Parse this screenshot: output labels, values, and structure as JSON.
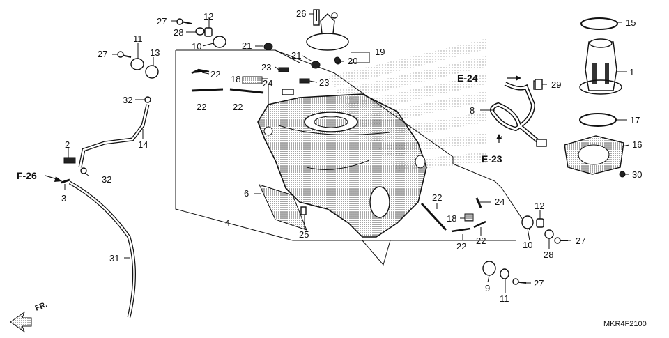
{
  "diagram": {
    "code": "MKR4F2100",
    "direction_label": "FR.",
    "callouts": [
      {
        "id": "c27a",
        "text": "27"
      },
      {
        "id": "c12a",
        "text": "12"
      },
      {
        "id": "c28a",
        "text": "28"
      },
      {
        "id": "c10a",
        "text": "10"
      },
      {
        "id": "c11a",
        "text": "11"
      },
      {
        "id": "c27b",
        "text": "27"
      },
      {
        "id": "c13",
        "text": "13"
      },
      {
        "id": "c32a",
        "text": "32"
      },
      {
        "id": "c14",
        "text": "14"
      },
      {
        "id": "c2",
        "text": "2"
      },
      {
        "id": "c32b",
        "text": "32"
      },
      {
        "id": "c3",
        "text": "3"
      },
      {
        "id": "c31",
        "text": "31"
      },
      {
        "id": "c26",
        "text": "26"
      },
      {
        "id": "c21a",
        "text": "21"
      },
      {
        "id": "c21b",
        "text": "21"
      },
      {
        "id": "c20",
        "text": "20"
      },
      {
        "id": "c19",
        "text": "19"
      },
      {
        "id": "c22a",
        "text": "22"
      },
      {
        "id": "c22b",
        "text": "22"
      },
      {
        "id": "c22c",
        "text": "22"
      },
      {
        "id": "c23a",
        "text": "23"
      },
      {
        "id": "c18a",
        "text": "18"
      },
      {
        "id": "c24a",
        "text": "24"
      },
      {
        "id": "c23b",
        "text": "23"
      },
      {
        "id": "c6",
        "text": "6"
      },
      {
        "id": "c4",
        "text": "4"
      },
      {
        "id": "c25",
        "text": "25"
      },
      {
        "id": "c15",
        "text": "15"
      },
      {
        "id": "c1",
        "text": "1"
      },
      {
        "id": "c29",
        "text": "29"
      },
      {
        "id": "c8",
        "text": "8"
      },
      {
        "id": "c17",
        "text": "17"
      },
      {
        "id": "c16",
        "text": "16"
      },
      {
        "id": "c30",
        "text": "30"
      },
      {
        "id": "c22d",
        "text": "22"
      },
      {
        "id": "c24b",
        "text": "24"
      },
      {
        "id": "c18b",
        "text": "18"
      },
      {
        "id": "c22e",
        "text": "22"
      },
      {
        "id": "c22f",
        "text": "22"
      },
      {
        "id": "c12b",
        "text": "12"
      },
      {
        "id": "c10b",
        "text": "10"
      },
      {
        "id": "c27c",
        "text": "27"
      },
      {
        "id": "c28b",
        "text": "28"
      },
      {
        "id": "c9",
        "text": "9"
      },
      {
        "id": "c11b",
        "text": "11"
      },
      {
        "id": "c27d",
        "text": "27"
      }
    ],
    "references": [
      {
        "id": "rE24",
        "text": "E-24"
      },
      {
        "id": "rE23",
        "text": "E-23"
      },
      {
        "id": "rF26",
        "text": "F-26"
      }
    ]
  }
}
